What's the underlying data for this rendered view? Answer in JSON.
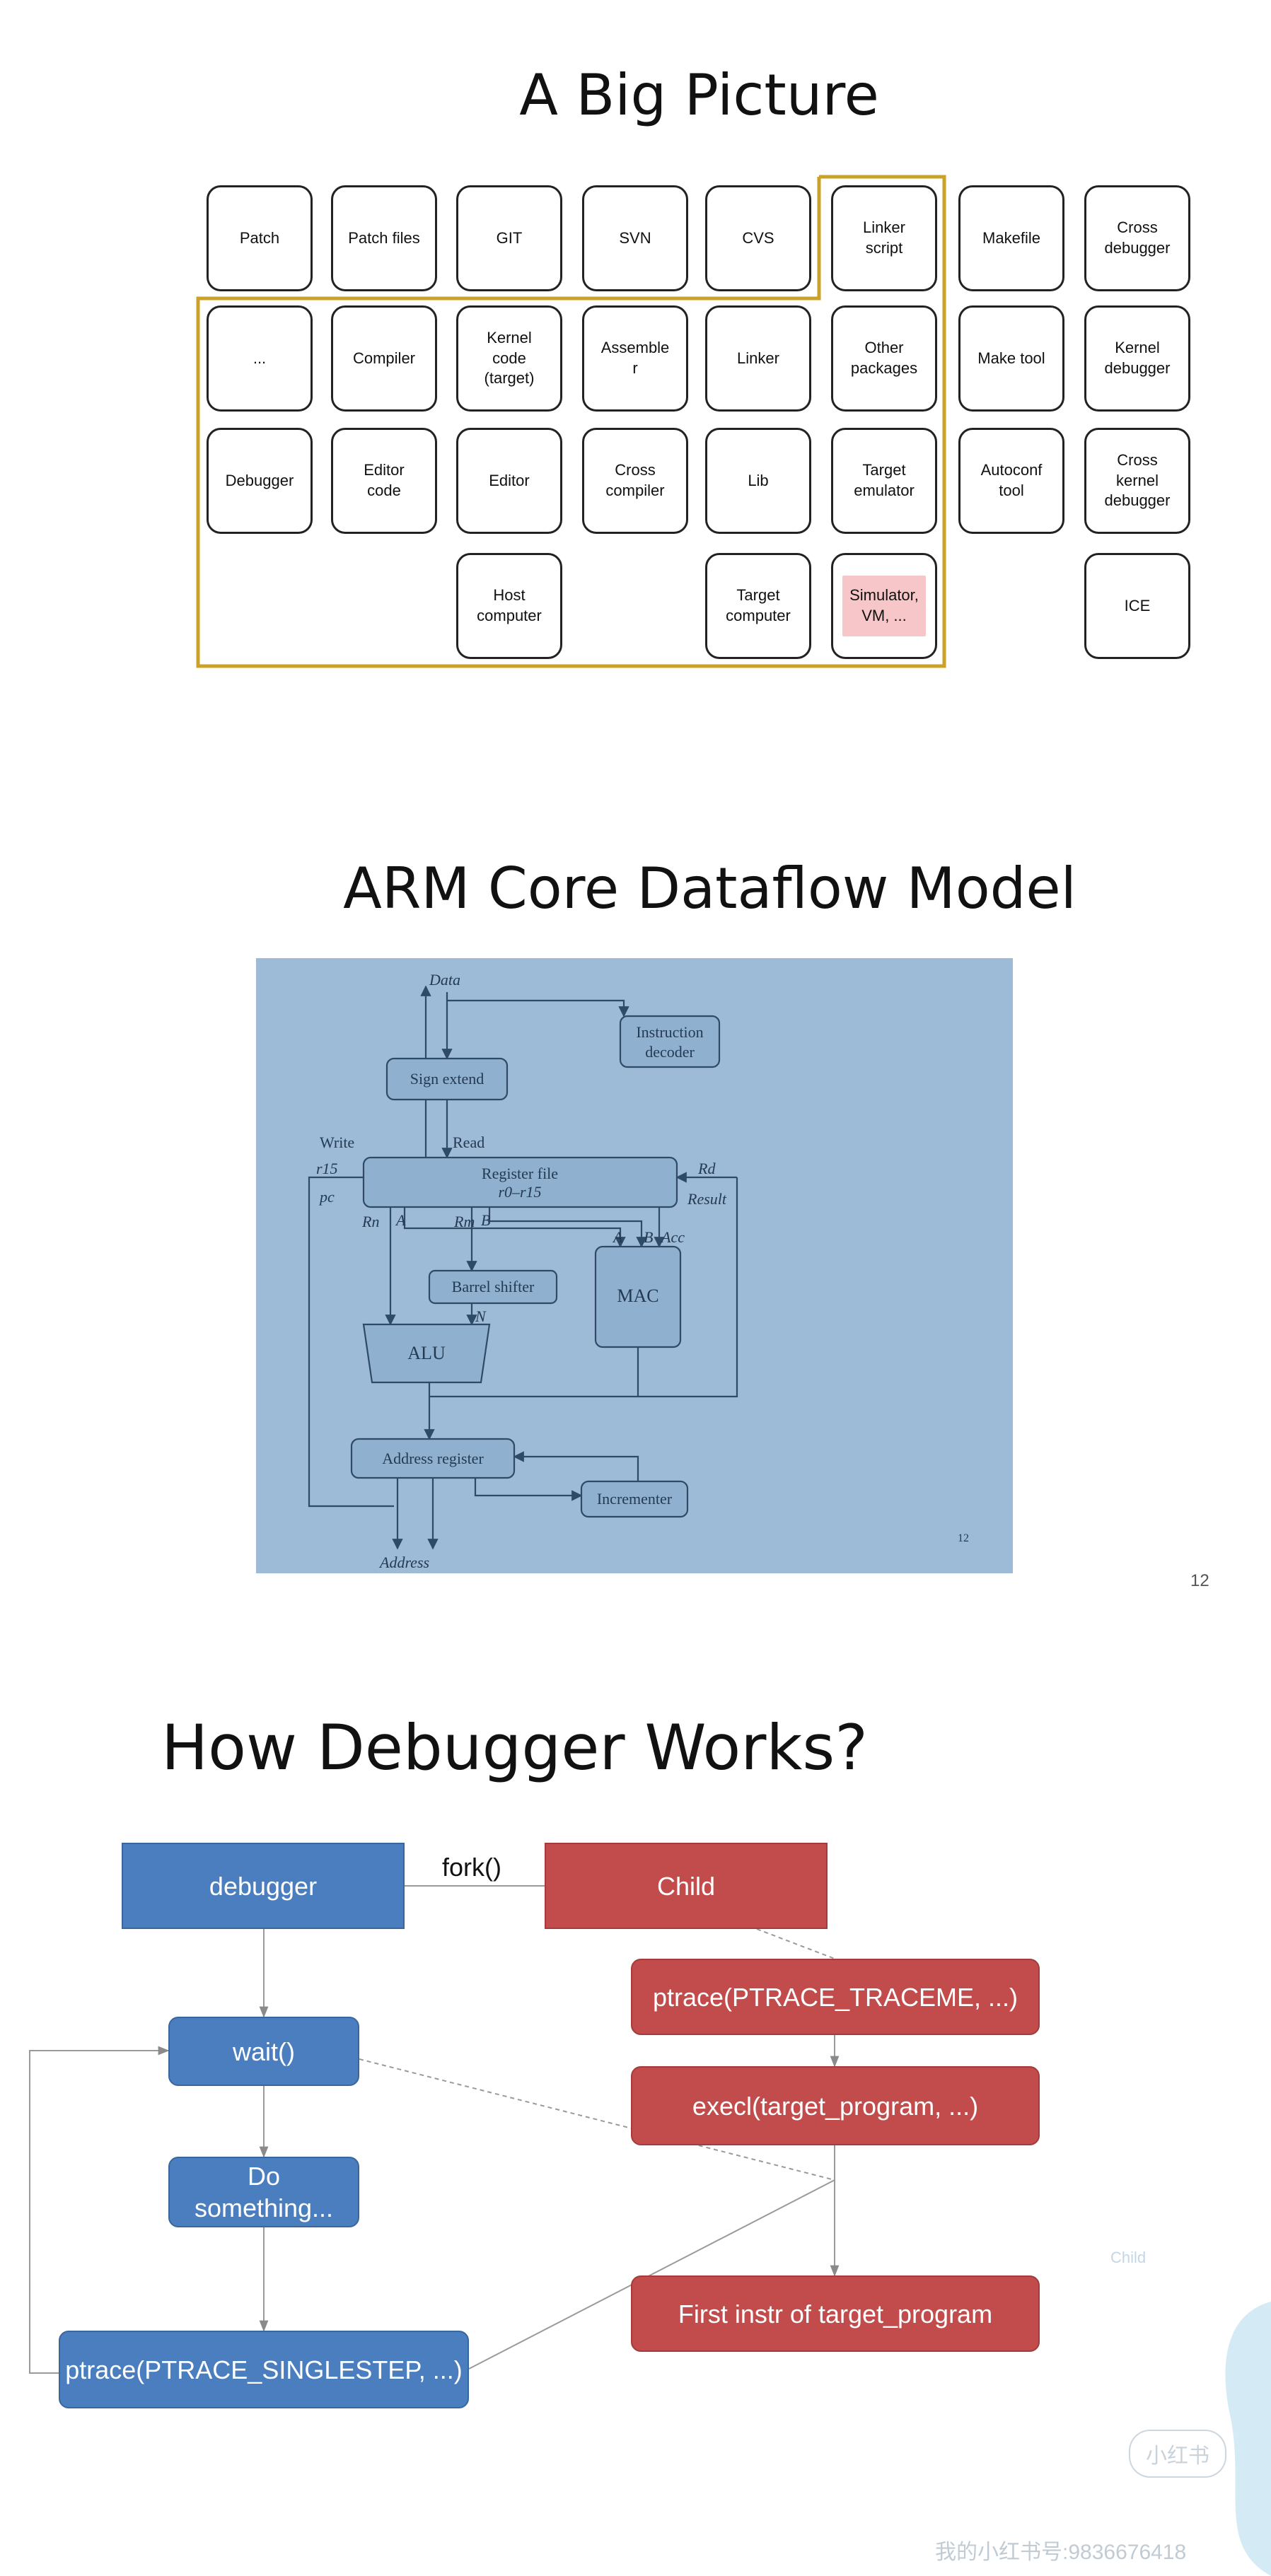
{
  "slide1": {
    "title": "A Big Picture",
    "boxes": [
      {
        "id": "patch",
        "label": "Patch"
      },
      {
        "id": "patch-files",
        "label": "Patch files"
      },
      {
        "id": "git",
        "label": "GIT"
      },
      {
        "id": "svn",
        "label": "SVN"
      },
      {
        "id": "cvs",
        "label": "CVS"
      },
      {
        "id": "linker-script",
        "label": "Linker\nscript"
      },
      {
        "id": "makefile",
        "label": "Makefile"
      },
      {
        "id": "cross-debugger",
        "label": "Cross\ndebugger"
      },
      {
        "id": "ellipsis",
        "label": "..."
      },
      {
        "id": "compiler",
        "label": "Compiler"
      },
      {
        "id": "kernel-code",
        "label": "Kernel\ncode\n(target)"
      },
      {
        "id": "assembler",
        "label": "Assemble\nr"
      },
      {
        "id": "linker",
        "label": "Linker"
      },
      {
        "id": "other-packages",
        "label": "Other\npackages"
      },
      {
        "id": "make-tool",
        "label": "Make tool"
      },
      {
        "id": "kernel-debugger",
        "label": "Kernel\ndebugger"
      },
      {
        "id": "debugger",
        "label": "Debugger"
      },
      {
        "id": "editor-code",
        "label": "Editor\ncode"
      },
      {
        "id": "editor",
        "label": "Editor"
      },
      {
        "id": "cross-compiler",
        "label": "Cross\ncompiler"
      },
      {
        "id": "lib",
        "label": "Lib"
      },
      {
        "id": "target-emulator",
        "label": "Target\nemulator"
      },
      {
        "id": "autoconf-tool",
        "label": "Autoconf\ntool"
      },
      {
        "id": "cross-kernel-debugger",
        "label": "Cross\nkernel\ndebugger"
      },
      {
        "id": "host-computer",
        "label": "Host\ncomputer"
      },
      {
        "id": "target-computer",
        "label": "Target\ncomputer"
      },
      {
        "id": "simulator-vm",
        "label": "Simulator,\nVM, ...",
        "highlight": "#f7c6c8"
      },
      {
        "id": "ice",
        "label": "ICE"
      }
    ],
    "frame_color": "#c9a227"
  },
  "slide2": {
    "title": "ARM Core Dataflow Model",
    "figure": {
      "background": "#9dbad6",
      "labels": {
        "data": "Data",
        "instruction_decoder": "Instruction\ndecoder",
        "sign_extend": "Sign extend",
        "write": "Write",
        "read": "Read",
        "r15": "r15",
        "rd": "Rd",
        "pc": "pc",
        "register_file": "Register file",
        "register_range": "r0–r15",
        "result": "Result",
        "rn": "Rn",
        "a": "A",
        "rm": "Rm",
        "b": "B",
        "acc": "Acc",
        "barrel_shifter": "Barrel shifter",
        "n": "N",
        "mac": "MAC",
        "alu": "ALU",
        "address_register": "Address register",
        "incrementer": "Incrementer",
        "address": "Address",
        "photo_page": "12"
      }
    },
    "page_number": "12"
  },
  "slide3": {
    "title": "How Debugger Works?",
    "fork_label": "fork()",
    "debugger": "debugger",
    "child": "Child",
    "wait": "wait()",
    "do_something": "Do\nsomething...",
    "singlestep": "ptrace(PTRACE_SINGLESTEP, ...)",
    "traceme": "ptrace(PTRACE_TRACEME, ...)",
    "execl": "execl(target_program, ...)",
    "first_instr": "First instr of target_program",
    "colors": {
      "debugger_side": "#4a7ebf",
      "child_side": "#c24c4c"
    }
  },
  "watermark": {
    "badge": "小红书",
    "text": "我的小红书号:9836676418",
    "ghost_label": "Child"
  }
}
